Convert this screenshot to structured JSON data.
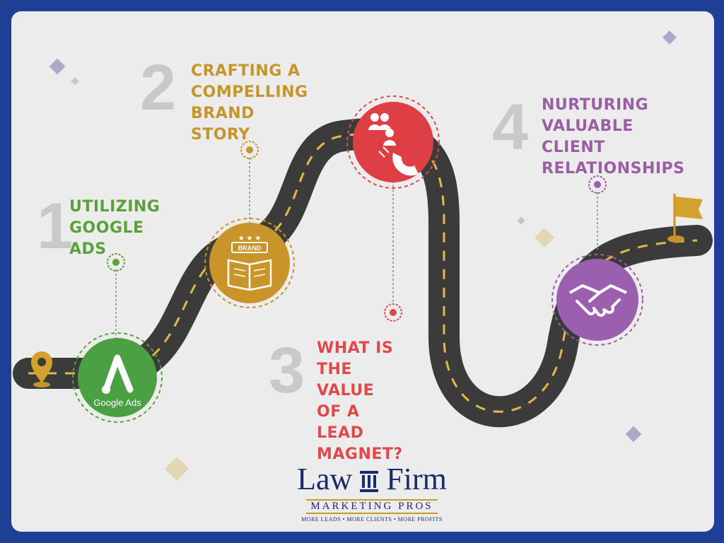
{
  "colors": {
    "frame": "#1d3f95",
    "panel": "#ececec",
    "road": "#3b3b3b",
    "road_dash": "#e1b84a",
    "step1": "#5aa13a",
    "step2": "#c6952a",
    "step3": "#e0494c",
    "step4": "#9a5ea5",
    "number_gray": "#c9c9c9"
  },
  "steps": [
    {
      "number": "1",
      "label": "UTILIZING\nGOOGLE ADS",
      "icon": "google-ads-icon",
      "icon_caption": "Google Ads"
    },
    {
      "number": "2",
      "label": "CRAFTING A\nCOMPELLING\nBRAND STORY",
      "icon": "brand-book-icon",
      "icon_caption": "BRAND"
    },
    {
      "number": "3",
      "label": "WHAT IS THE\nVALUE OF A\nLEAD MAGNET?",
      "icon": "lead-magnet-icon"
    },
    {
      "number": "4",
      "label": "NURTURING\nVALUABLE CLIENT\nRELATIONSHIPS",
      "icon": "handshake-icon"
    }
  ],
  "start_marker_icon": "location-pin-icon",
  "end_marker_icon": "flag-icon",
  "logo": {
    "word1": "Law",
    "word2": "Firm",
    "subtitle": "MARKETING PROS",
    "tagline": "MORE LEADS • MORE CLIENTS • MORE PROFITS",
    "icon": "pillar-icon"
  }
}
